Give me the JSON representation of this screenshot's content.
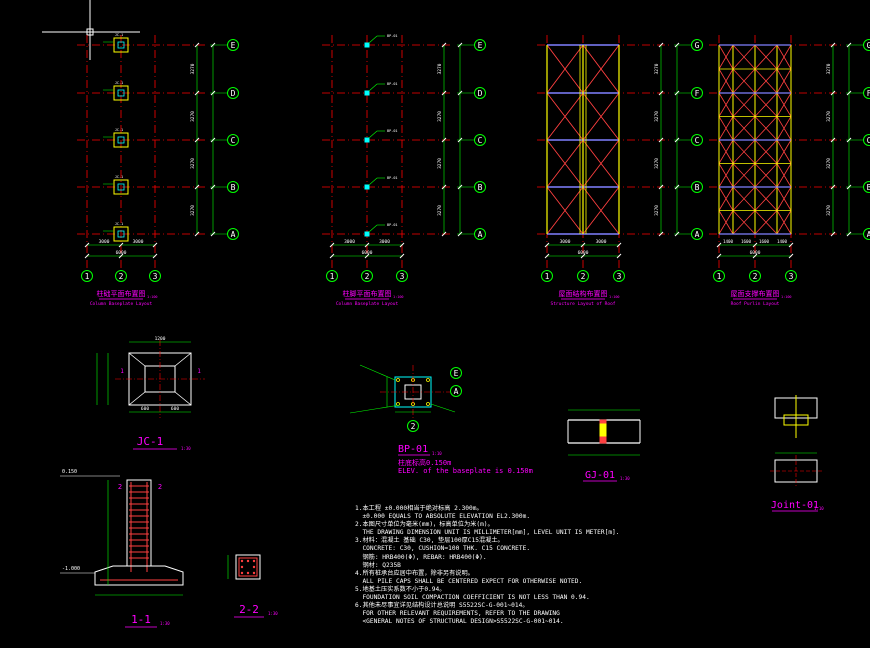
{
  "colors": {
    "background": "#000000",
    "grid_axis": "#ff0000",
    "dimension": "#00ff00",
    "bubble": "#00ff00",
    "member": "#ffff00",
    "brace": "#ff4040",
    "beam": "#8080ff",
    "title": "#ff00ff",
    "note": "#ffffff",
    "plate": "#00ffff"
  },
  "plans": {
    "row_axes": [
      "E",
      "D",
      "C",
      "B",
      "A"
    ],
    "row_axes_roof": [
      "G",
      "F",
      "C",
      "B",
      "A"
    ],
    "col_axes": [
      "1",
      "2",
      "3"
    ],
    "dims_bottom_left": [
      "3000",
      "3000"
    ],
    "dims_bottom_total": "6000",
    "dims_right_spans": [
      "3270",
      "3270",
      "3270",
      "3270"
    ],
    "dims_roof_bottom": [
      "3000",
      "3000"
    ],
    "dims_bracing_bottom": [
      "1400",
      "1600",
      "1600",
      "1400"
    ],
    "titles": [
      {
        "cn": "柱础平面布置图",
        "en": "Column Baseplate Layout",
        "scale": "1:100"
      },
      {
        "cn": "柱脚平面布置图",
        "en": "Column Baseplate Layout",
        "scale": "1:100"
      },
      {
        "cn": "屋面结构布置图",
        "en": "Structure Layout of Roof",
        "scale": "1:100"
      },
      {
        "cn": "屋面支撑布置图",
        "en": "Roof Purlin Layout",
        "scale": "1:100"
      }
    ]
  },
  "details": {
    "jc1": {
      "title": "JC-1",
      "scale": "1:30",
      "dim_top": "1200",
      "dims_bottom": [
        "600",
        "600"
      ]
    },
    "bp01": {
      "title": "BP-01",
      "scale": "1:10",
      "elev_cn": "柱底标高0.150m",
      "elev_en": "ELEV. of the baseplate is 0.150m",
      "axis_labels": [
        "E",
        "A",
        "2"
      ]
    },
    "gl01": {
      "title": "GJ-01",
      "scale": "1:30"
    },
    "joint01": {
      "title": "Joint-01",
      "scale": "1:10"
    },
    "section11": {
      "title": "1-1",
      "scale": "1:30",
      "elev_top": "0.150",
      "elev_bottom": "-1.000",
      "marks": [
        "2",
        "2"
      ]
    },
    "section22": {
      "title": "2-2",
      "scale": "1:30"
    }
  },
  "notes": [
    "1.本工程 ±0.000相当于绝对标高 2.300m。",
    "  ±0.000 EQUALS TO ABSOLUTE ELEVATION EL2.300m.",
    "2.本图尺寸单位为毫米(mm)，标高单位为米(m)。",
    "  THE DRAWING DIMENSION UNIT IS MILLIMETER[mm], LEVEL UNIT IS METER[m].",
    "3.材料：混凝土 基础 C30, 垫层100厚C15混凝土。",
    "  CONCRETE: C30, CUSHION=100 THK. C15 CONCRETE.",
    "  钢筋: HRB400(Φ), REBAR: HRB400(Φ).",
    "  钢材: Q235B",
    "4.所有桩承台应居中布置，除非另有说明。",
    "  ALL PILE CAPS SHALL BE CENTERED EXPECT FOR OTHERWISE NOTED.",
    "5.地基土压实系数不小于0.94。",
    "  FOUNDATION SOIL COMPACTION COEFFICIENT IS NOT LESS THAN 0.94.",
    "6.其他未尽事宜详见结构设计总说明 S5522SC-G-001~014。",
    "  FOR OTHER RELEVANT REQUIREMENTS, REFER TO THE DRAWING",
    "  <GENERAL NOTES OF STRUCTURAL DESIGN>S5522SC-G-001~014."
  ]
}
